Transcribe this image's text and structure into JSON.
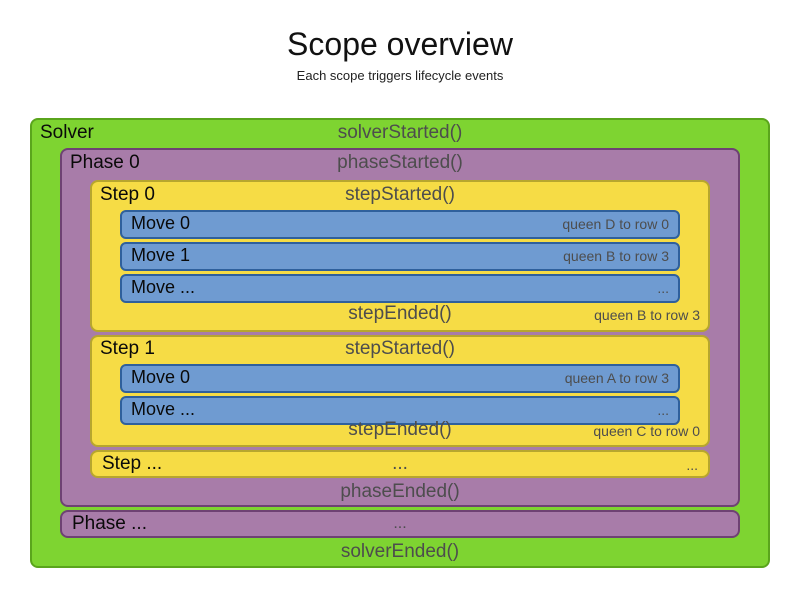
{
  "title": "Scope overview",
  "subtitle": "Each scope triggers lifecycle events",
  "colors": {
    "solver_fill": "#7ed431",
    "solver_border": "#5aa51c",
    "phase_fill": "#a87ca9",
    "phase_border": "#6e4273",
    "step_fill": "#f6dc45",
    "step_border": "#b7a62e",
    "move_fill": "#6f9bd1",
    "move_border": "#2f609c",
    "label_text": "#0a0a0a",
    "event_text": "#4d4d4d"
  },
  "solver": {
    "label": "Solver",
    "started_event": "solverStarted()",
    "ended_event": "solverEnded()",
    "phase": {
      "label": "Phase 0",
      "started_event": "phaseStarted()",
      "ended_event": "phaseEnded()",
      "steps": [
        {
          "label": "Step 0",
          "started_event": "stepStarted()",
          "ended_event": "stepEnded()",
          "ended_detail": "queen B to row 3",
          "moves": [
            {
              "label": "Move 0",
              "detail": "queen D to row 0"
            },
            {
              "label": "Move 1",
              "detail": "queen B to row 3"
            },
            {
              "label": "Move ...",
              "detail": "..."
            }
          ]
        },
        {
          "label": "Step 1",
          "started_event": "stepStarted()",
          "ended_event": "stepEnded()",
          "ended_detail": "queen C to row 0",
          "moves": [
            {
              "label": "Move 0",
              "detail": "queen A to row 3"
            },
            {
              "label": "Move ...",
              "detail": "..."
            }
          ]
        }
      ],
      "more_steps": {
        "label": "Step ...",
        "center": "...",
        "right": "..."
      }
    },
    "more_phases": {
      "label": "Phase ...",
      "center": "..."
    }
  }
}
